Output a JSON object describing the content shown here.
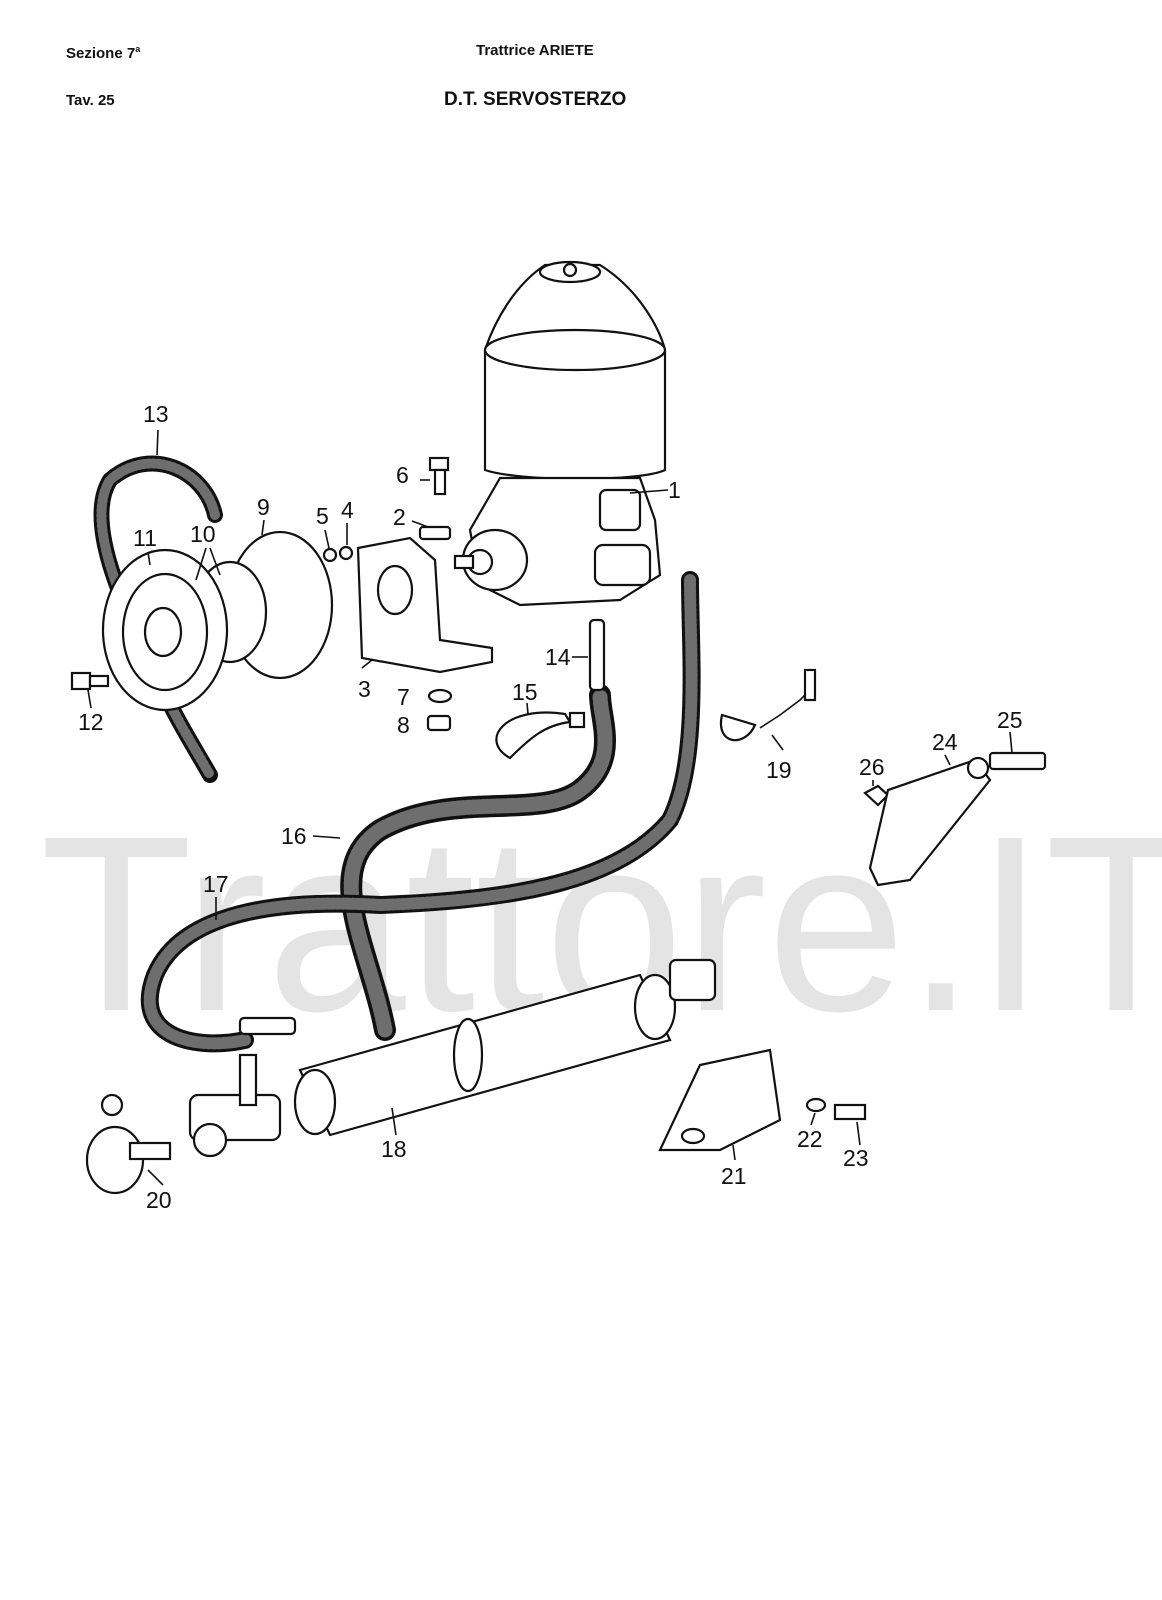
{
  "header": {
    "section": "Sezione 7",
    "section_sup": "a",
    "tavola": "Tav. 25",
    "tractor": "Trattrice ARIETE",
    "title": "D.T. SERVOSTERZO"
  },
  "watermark": "Trattore.IT",
  "labels": [
    {
      "n": "1"
    },
    {
      "n": "2"
    },
    {
      "n": "3"
    },
    {
      "n": "4"
    },
    {
      "n": "5"
    },
    {
      "n": "6"
    },
    {
      "n": "7"
    },
    {
      "n": "8"
    },
    {
      "n": "9"
    },
    {
      "n": "10"
    },
    {
      "n": "11"
    },
    {
      "n": "12"
    },
    {
      "n": "13"
    },
    {
      "n": "14"
    },
    {
      "n": "15"
    },
    {
      "n": "16"
    },
    {
      "n": "17"
    },
    {
      "n": "18"
    },
    {
      "n": "19"
    },
    {
      "n": "20"
    },
    {
      "n": "21"
    },
    {
      "n": "22"
    },
    {
      "n": "23"
    },
    {
      "n": "24"
    },
    {
      "n": "25"
    },
    {
      "n": "26"
    }
  ]
}
